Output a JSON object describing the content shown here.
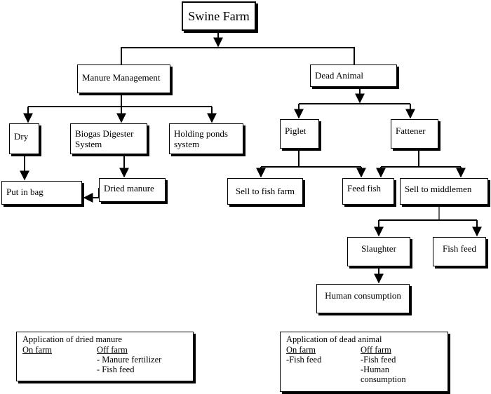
{
  "diagram": {
    "nodes": {
      "swine_farm": "Swine Farm",
      "manure_management": "Manure Management",
      "dead_animal": "Dead Animal",
      "dry": "Dry",
      "biogas": "Biogas Digester\nSystem",
      "holding_ponds": "Holding ponds\nsystem",
      "put_in_bag": "Put in bag",
      "dried_manure": "Dried manure",
      "piglet": "Piglet",
      "fattener": "Fattener",
      "sell_fish_farm": "Sell to fish farm",
      "feed_fish": "Feed fish",
      "sell_middlemen": "Sell to middlemen",
      "slaughter": "Slaughter",
      "fish_feed": "Fish feed",
      "human_consumption": "Human consumption"
    },
    "manure_application": {
      "title": "Application of dried manure",
      "on_farm_label": "On farm",
      "off_farm_label": "Off farm",
      "on_farm_items": [],
      "off_farm_items": [
        "- Manure fertilizer",
        "- Fish feed"
      ]
    },
    "dead_application": {
      "title": "Application of dead animal",
      "on_farm_label": "On farm",
      "off_farm_label": "Off farm",
      "on_farm_items": [
        "-Fish feed"
      ],
      "off_farm_items": [
        "-Fish feed",
        "-Human\nconsumption"
      ]
    },
    "colors": {
      "line": "#000000",
      "background": "#ffffff"
    }
  }
}
